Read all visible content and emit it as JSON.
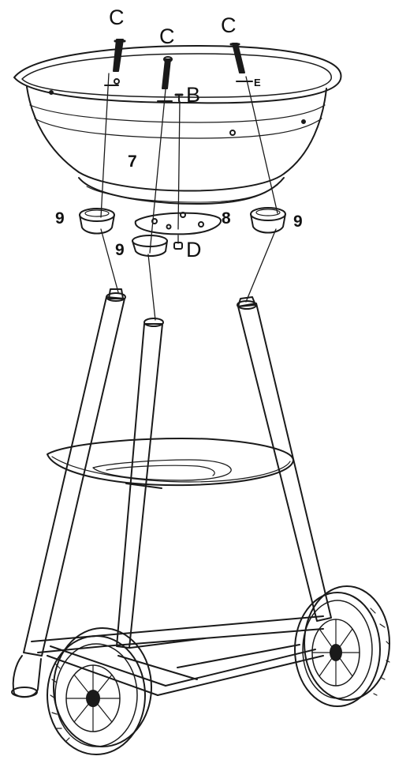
{
  "diagram": {
    "parts": {
      "screw_c": "C",
      "screw_b": "B",
      "nut_d": "D",
      "clip_e": "E",
      "bowl": "7",
      "ash_plate": "8",
      "leg_socket": "9"
    }
  },
  "colors": {
    "line": "#1a1a1a",
    "background": "#ffffff"
  }
}
